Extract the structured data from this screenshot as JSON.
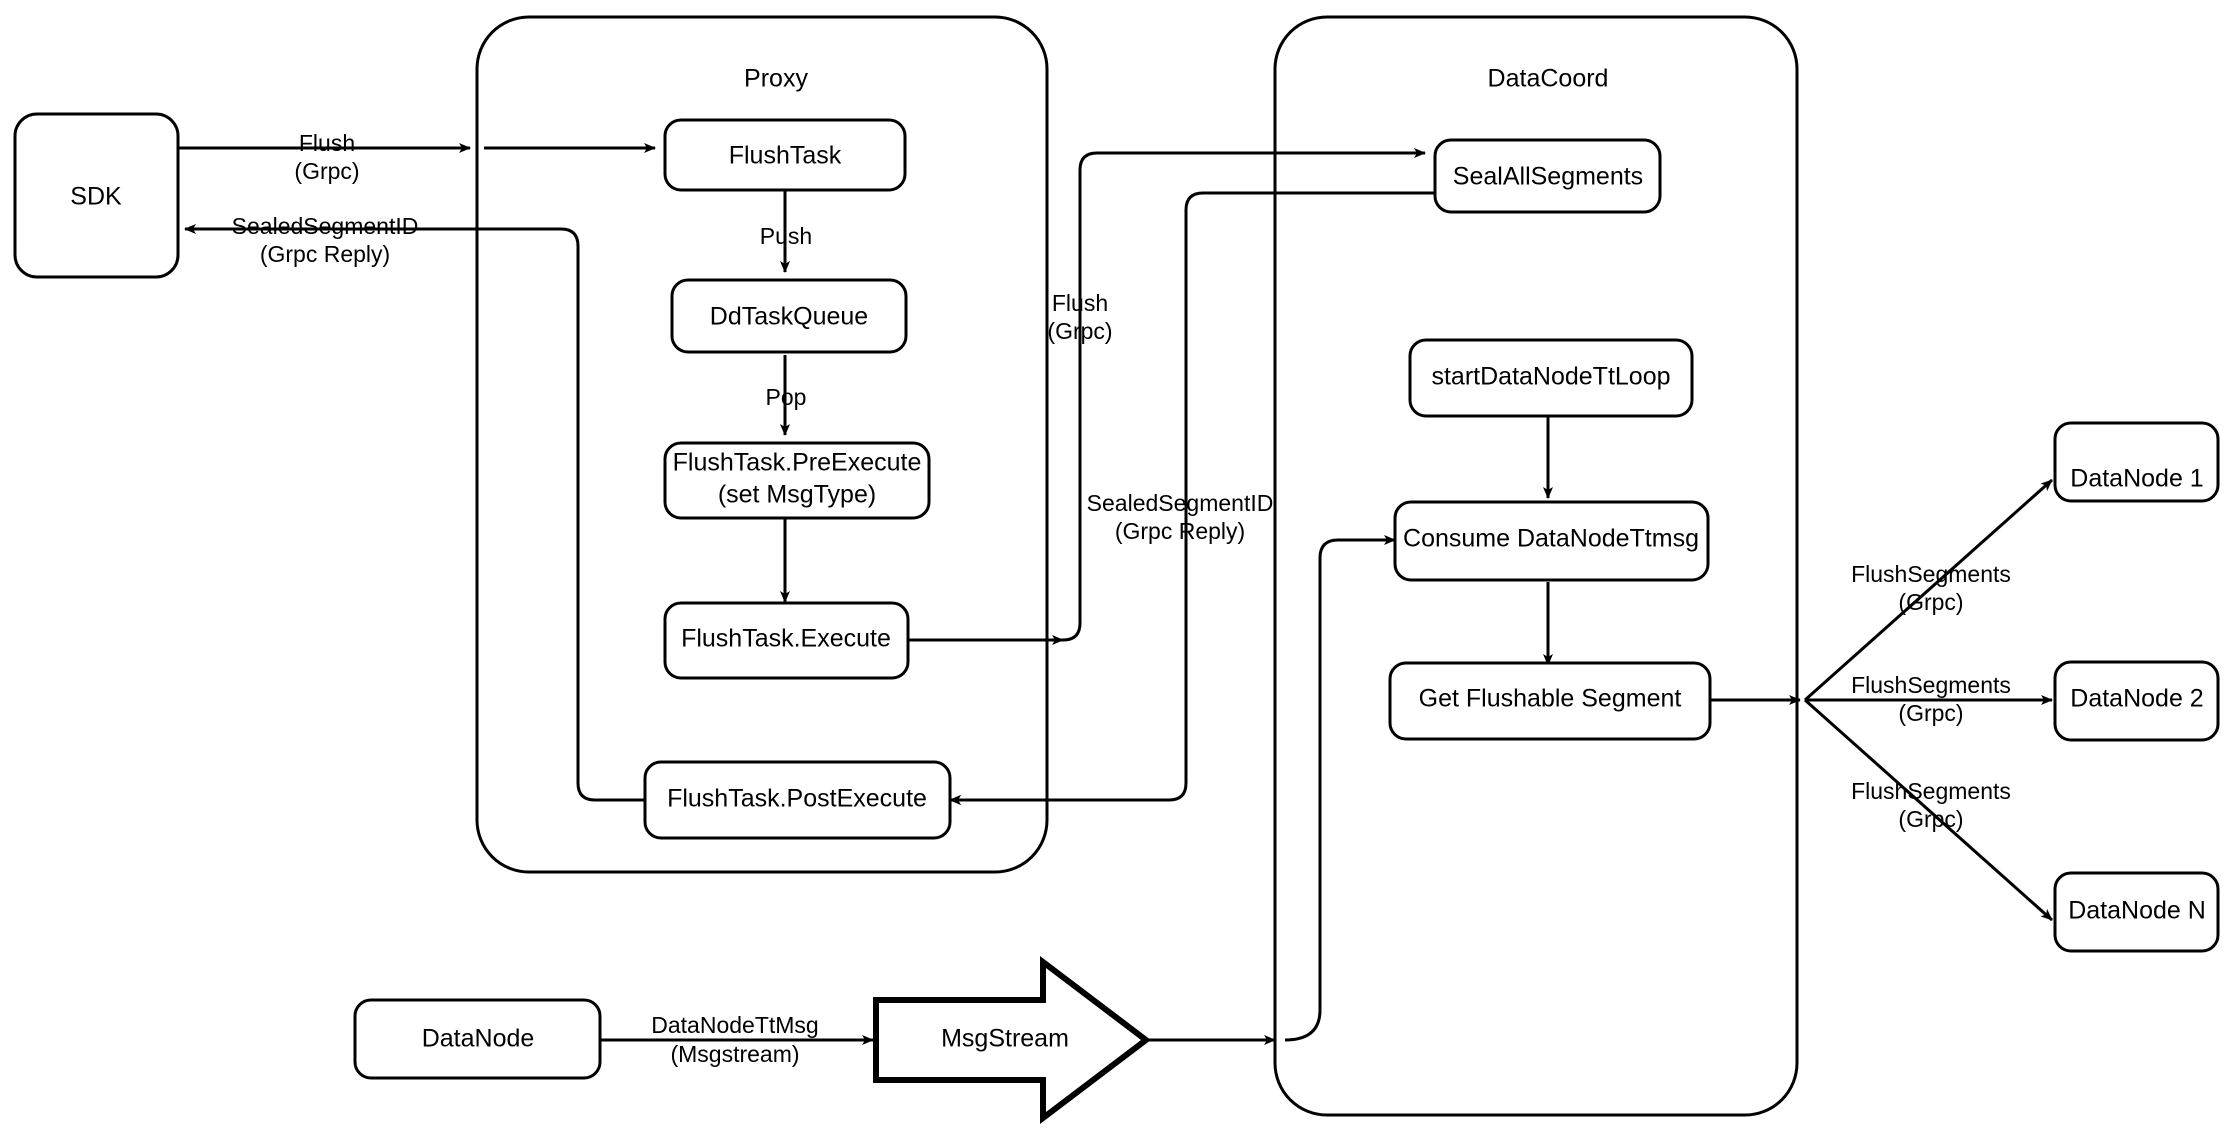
{
  "diagram": {
    "title": "Milvus Flush Sequence Flow",
    "background_color": "#ffffff",
    "stroke_color": "#000000",
    "containers": [
      {
        "id": "proxy",
        "label": "Proxy"
      },
      {
        "id": "datacoord",
        "label": "DataCoord"
      }
    ],
    "nodes": [
      {
        "id": "sdk",
        "label": "SDK"
      },
      {
        "id": "flushtask",
        "label": "FlushTask"
      },
      {
        "id": "ddtaskqueue",
        "label": "DdTaskQueue"
      },
      {
        "id": "preexecute_line1",
        "label": "FlushTask.PreExecute"
      },
      {
        "id": "preexecute_line2",
        "label": "(set MsgType)"
      },
      {
        "id": "execute",
        "label": "FlushTask.Execute"
      },
      {
        "id": "postexecute",
        "label": "FlushTask.PostExecute"
      },
      {
        "id": "sealallsegments",
        "label": "SealAllSegments"
      },
      {
        "id": "startdatanodettloop",
        "label": "startDataNodeTtLoop"
      },
      {
        "id": "consumedatanodettmsg",
        "label": "Consume DataNodeTtmsg"
      },
      {
        "id": "getflushablesegment",
        "label": "Get Flushable Segment"
      },
      {
        "id": "datanode1",
        "label": "DataNode 1"
      },
      {
        "id": "datanode2",
        "label": "DataNode 2"
      },
      {
        "id": "datanodeN",
        "label": "DataNode N"
      },
      {
        "id": "datanode_bottom",
        "label": "DataNode"
      },
      {
        "id": "msgstream",
        "label": "MsgStream"
      }
    ],
    "edge_labels": [
      {
        "id": "flush_grpc_sdk",
        "line1": "Flush",
        "line2": "(Grpc)"
      },
      {
        "id": "sealed_reply_sdk",
        "line1": "SealedSegmentID",
        "line2": "(Grpc Reply)"
      },
      {
        "id": "push",
        "line1": "Push",
        "line2": ""
      },
      {
        "id": "pop",
        "line1": "Pop",
        "line2": ""
      },
      {
        "id": "flush_grpc_proxy",
        "line1": "Flush",
        "line2": "(Grpc)"
      },
      {
        "id": "sealed_reply_proxy",
        "line1": "SealedSegmentID",
        "line2": "(Grpc Reply)"
      },
      {
        "id": "flushsegments_1",
        "line1": "FlushSegments",
        "line2": "(Grpc)"
      },
      {
        "id": "flushsegments_2",
        "line1": "FlushSegments",
        "line2": "(Grpc)"
      },
      {
        "id": "flushsegments_n",
        "line1": "FlushSegments",
        "line2": "(Grpc)"
      },
      {
        "id": "datanodettmsg",
        "line1": "DataNodeTtMsg",
        "line2": "(Msgstream)"
      }
    ]
  }
}
